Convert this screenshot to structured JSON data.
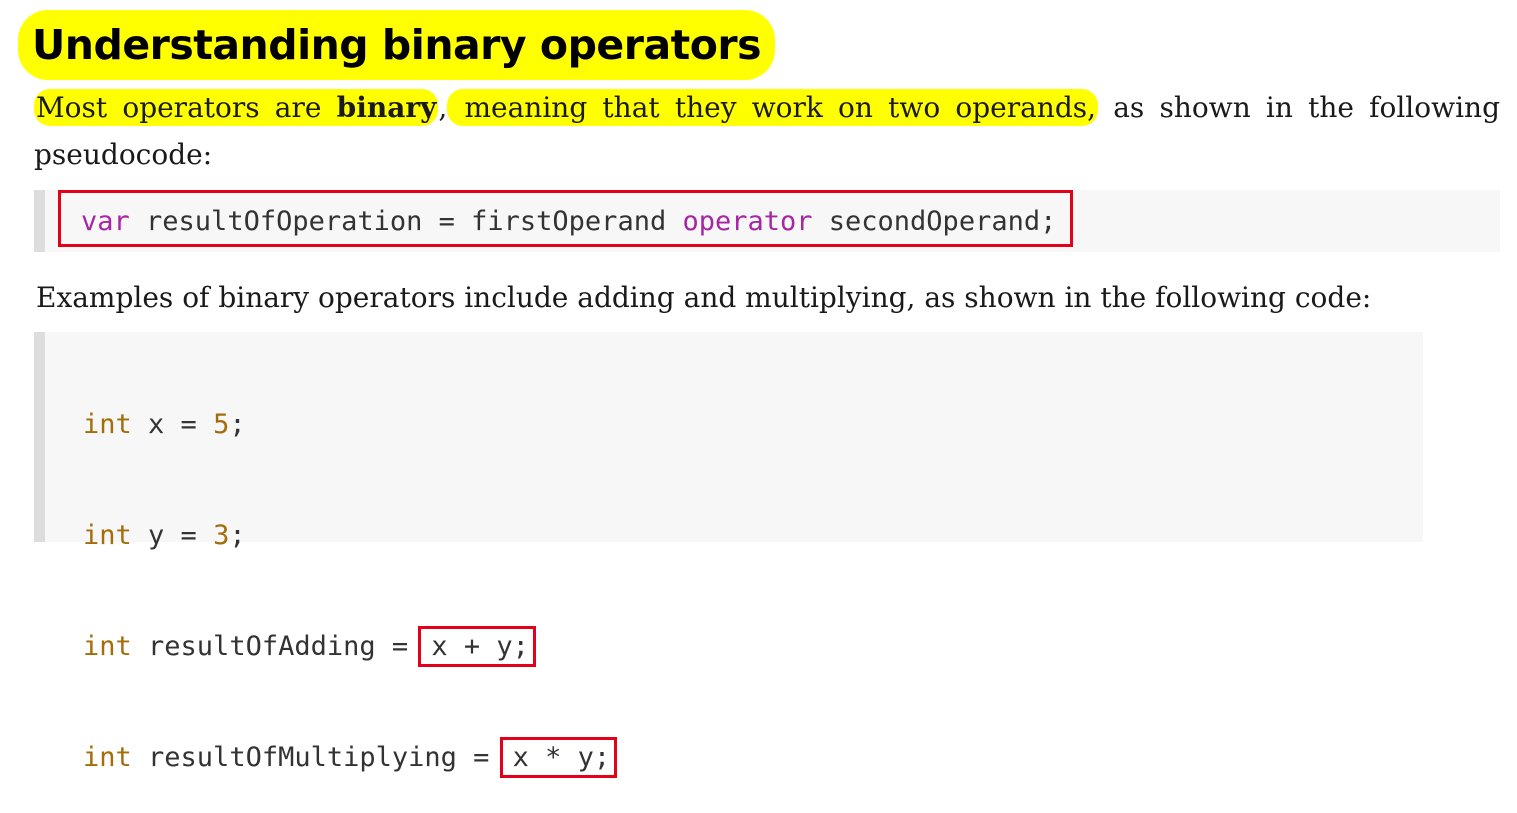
{
  "heading": "Understanding binary operators",
  "intro": {
    "hl_part1": "Most operators are ",
    "bold_word": "binary",
    "comma": ",",
    "hl_part2": " meaning that they work on two operands,",
    "rest": " as shown in the following pseudocode:"
  },
  "pseudocode": {
    "kw_var": "var",
    "part1": " resultOfOperation = firstOperand ",
    "kw_operator": "operator",
    "part2": " secondOperand;"
  },
  "examples_text": "Examples of binary operators include adding and multiplying, as shown in the following code:",
  "code_lines": [
    {
      "type": "int",
      "name": " x = ",
      "value": "5",
      "end": ";"
    },
    {
      "type": "int",
      "name": " y = ",
      "value": "3",
      "end": ";"
    },
    {
      "type": "int",
      "name": " resultOfAdding = ",
      "boxed": "x + y;"
    },
    {
      "type": "int",
      "name": " resultOfMultiplying = ",
      "boxed": "x * y;"
    }
  ]
}
